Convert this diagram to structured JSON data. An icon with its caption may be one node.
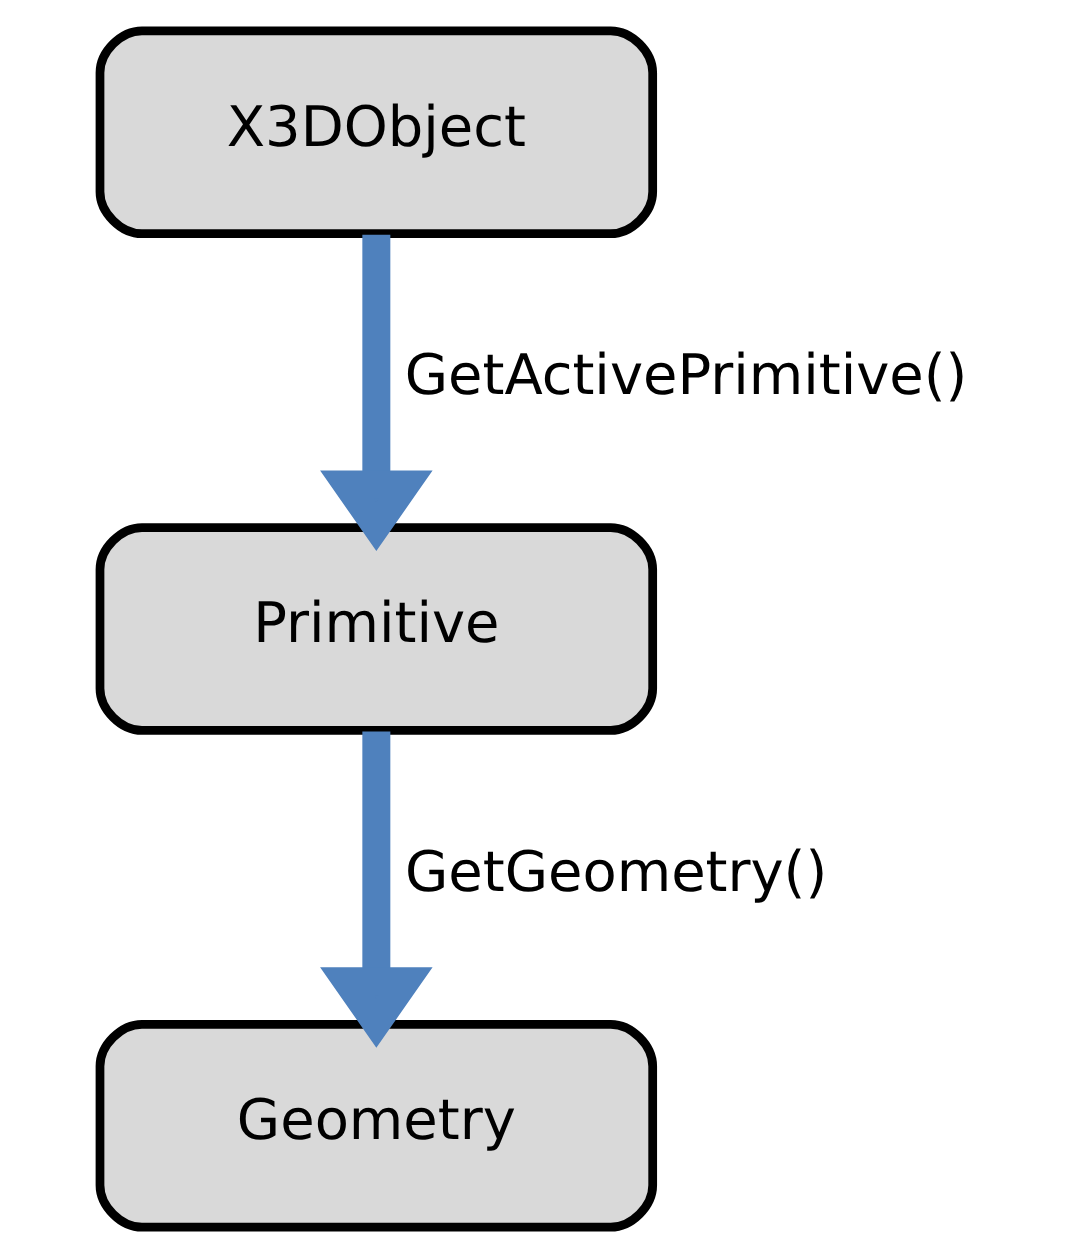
{
  "diagram": {
    "nodes": [
      {
        "text": [
          "X3DObject"
        ]
      },
      {
        "text": [
          "Primitive"
        ]
      },
      {
        "text": [
          "Geometry"
        ]
      }
    ],
    "edges": [
      {
        "from": 0,
        "to": 1,
        "arrow": "to",
        "label": "GetActivePrimitive()"
      },
      {
        "from": 1,
        "to": 2,
        "arrow": "to",
        "label": "GetGeometry()"
      }
    ]
  }
}
